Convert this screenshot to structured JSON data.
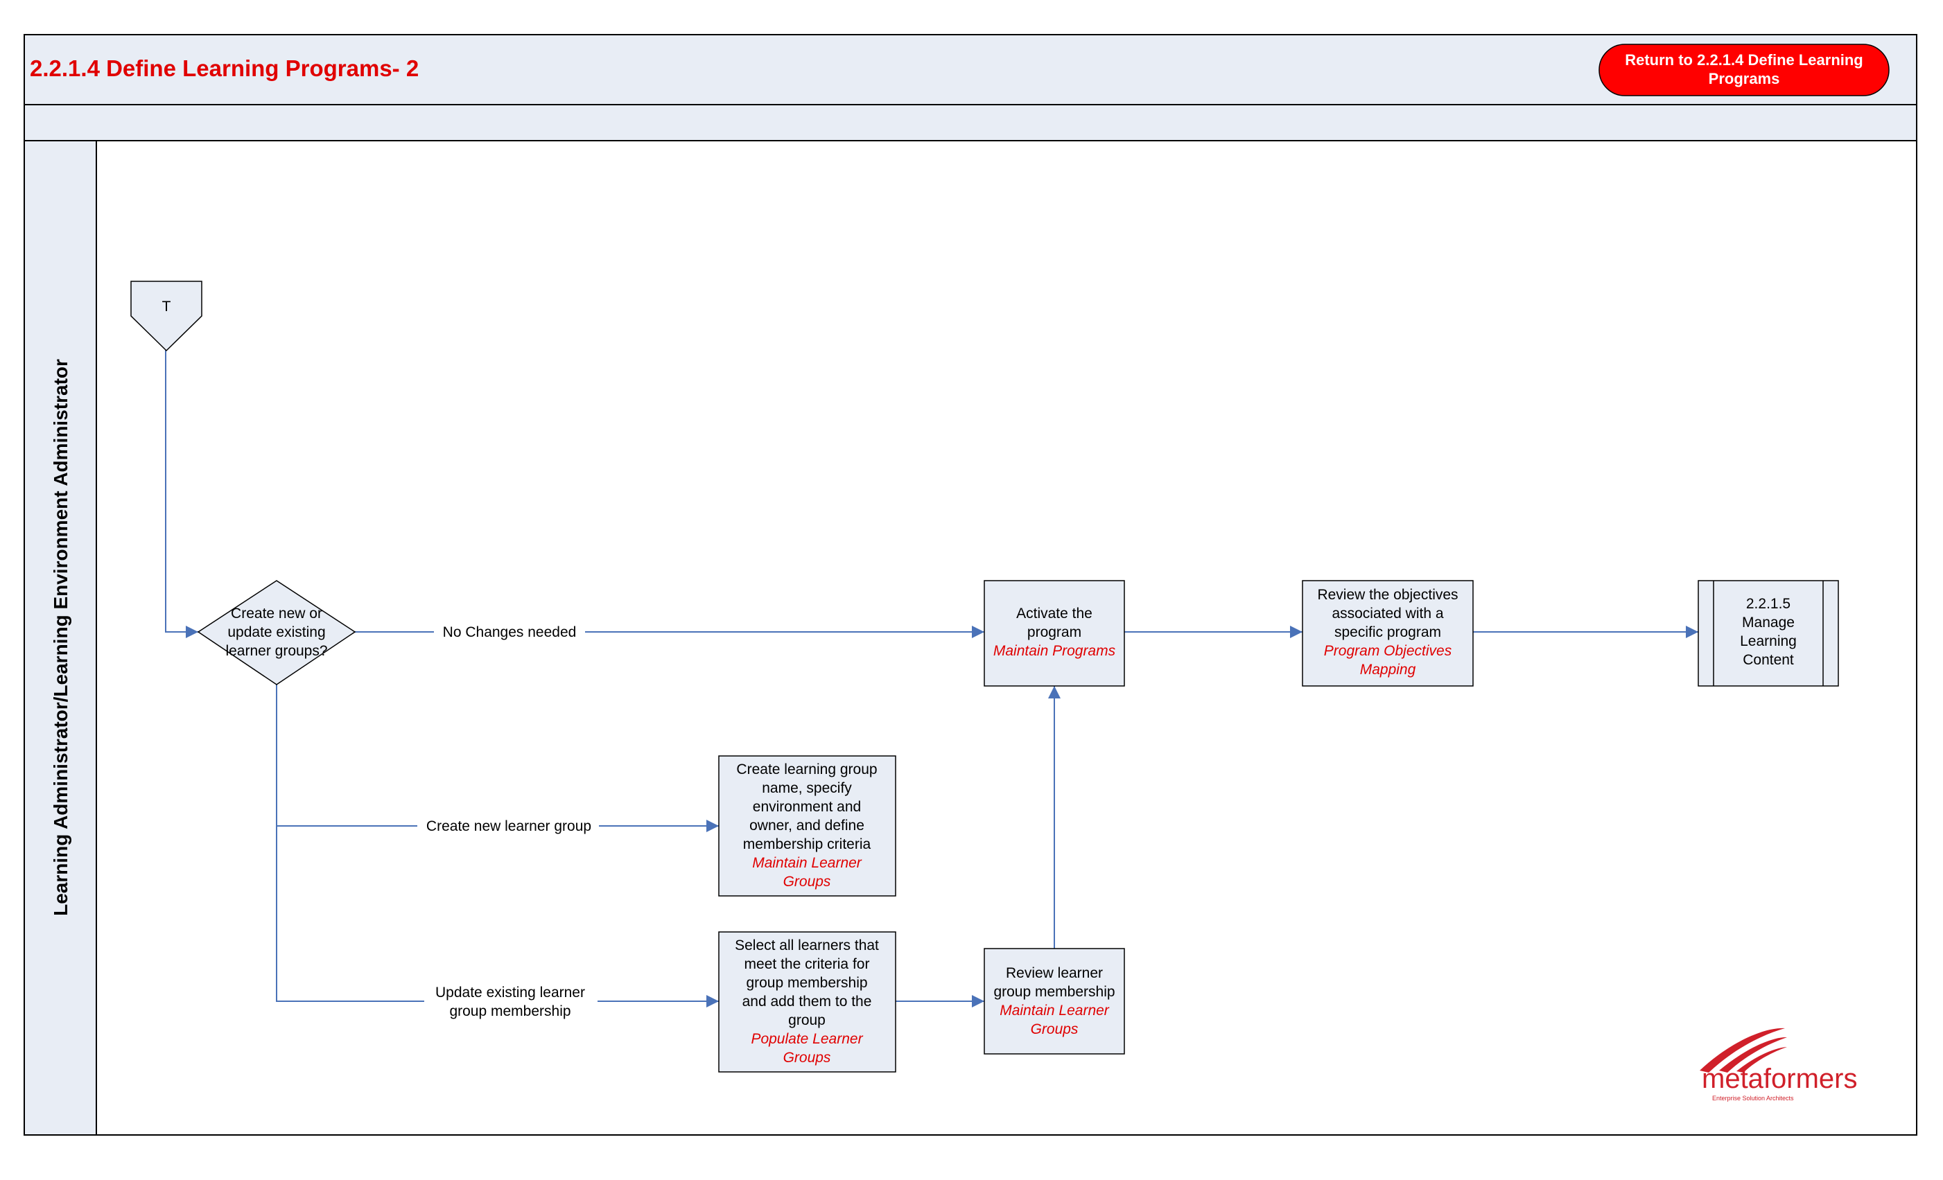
{
  "header": {
    "title": "2.2.1.4 Define Learning Programs- 2",
    "return_button": [
      "Return to 2.2.1.4 Define Learning",
      "Programs"
    ]
  },
  "lane": {
    "label": "Learning Administrator/Learning Environment Administrator"
  },
  "nodes": {
    "connector_t": {
      "label": "T"
    },
    "decision": {
      "lines": [
        "Create new or",
        "update existing",
        "learner groups?"
      ]
    },
    "activate": {
      "lines": [
        "Activate the",
        "program"
      ],
      "ref": [
        "Maintain Programs"
      ]
    },
    "review_objectives": {
      "lines": [
        "Review the objectives",
        "associated with a",
        "specific program"
      ],
      "ref": [
        "Program Objectives",
        "Mapping"
      ]
    },
    "manage_content": {
      "lines": [
        "2.2.1.5",
        "Manage",
        "Learning",
        "Content"
      ]
    },
    "create_group": {
      "lines": [
        "Create learning group",
        "name, specify",
        "environment and",
        "owner, and define",
        "membership criteria"
      ],
      "ref": [
        "Maintain Learner",
        "Groups"
      ]
    },
    "select_learners": {
      "lines": [
        "Select all learners that",
        "meet the criteria for",
        "group membership",
        "and add them to the",
        "group"
      ],
      "ref": [
        "Populate Learner",
        "Groups"
      ]
    },
    "review_membership": {
      "lines": [
        "Review learner",
        "group membership"
      ],
      "ref": [
        "Maintain Learner",
        "Groups"
      ]
    }
  },
  "edges": {
    "no_changes": [
      "No Changes needed"
    ],
    "create_new": [
      "Create new learner group"
    ],
    "update_existing": [
      "Update existing learner",
      "group membership"
    ]
  },
  "logo": {
    "text": "metaformers",
    "tagline": "Enterprise Solution Architects",
    "color": "#d0202a"
  },
  "colors": {
    "accent_red": "#e00000",
    "shape_fill": "#e8edf5",
    "connector_blue": "#4a72b8"
  }
}
